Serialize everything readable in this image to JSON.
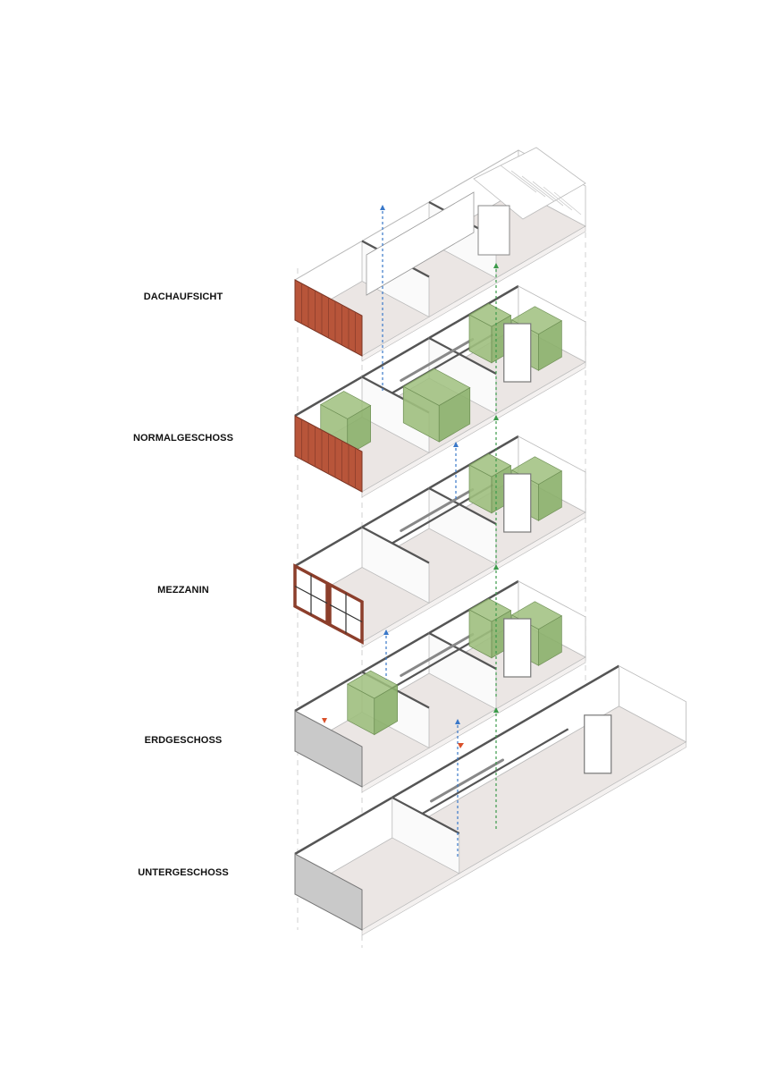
{
  "levels": [
    {
      "label": "DACHAUFSICHT"
    },
    {
      "label": "NORMALGESCHOSS"
    },
    {
      "label": "MEZZANIN"
    },
    {
      "label": "ERDGESCHOSS"
    },
    {
      "label": "UNTERGESCHOSS"
    }
  ],
  "colors": {
    "facade": "#b8553a",
    "green_volume": "#9fbf7e",
    "floor": "#ebe6e4",
    "wall_line": "#555555",
    "light_line": "#bbbbbb",
    "blue_axis": "#3a78c9",
    "green_axis": "#3b9a4a",
    "red_arrow": "#d9502a",
    "concrete": "#c9c9c9"
  }
}
